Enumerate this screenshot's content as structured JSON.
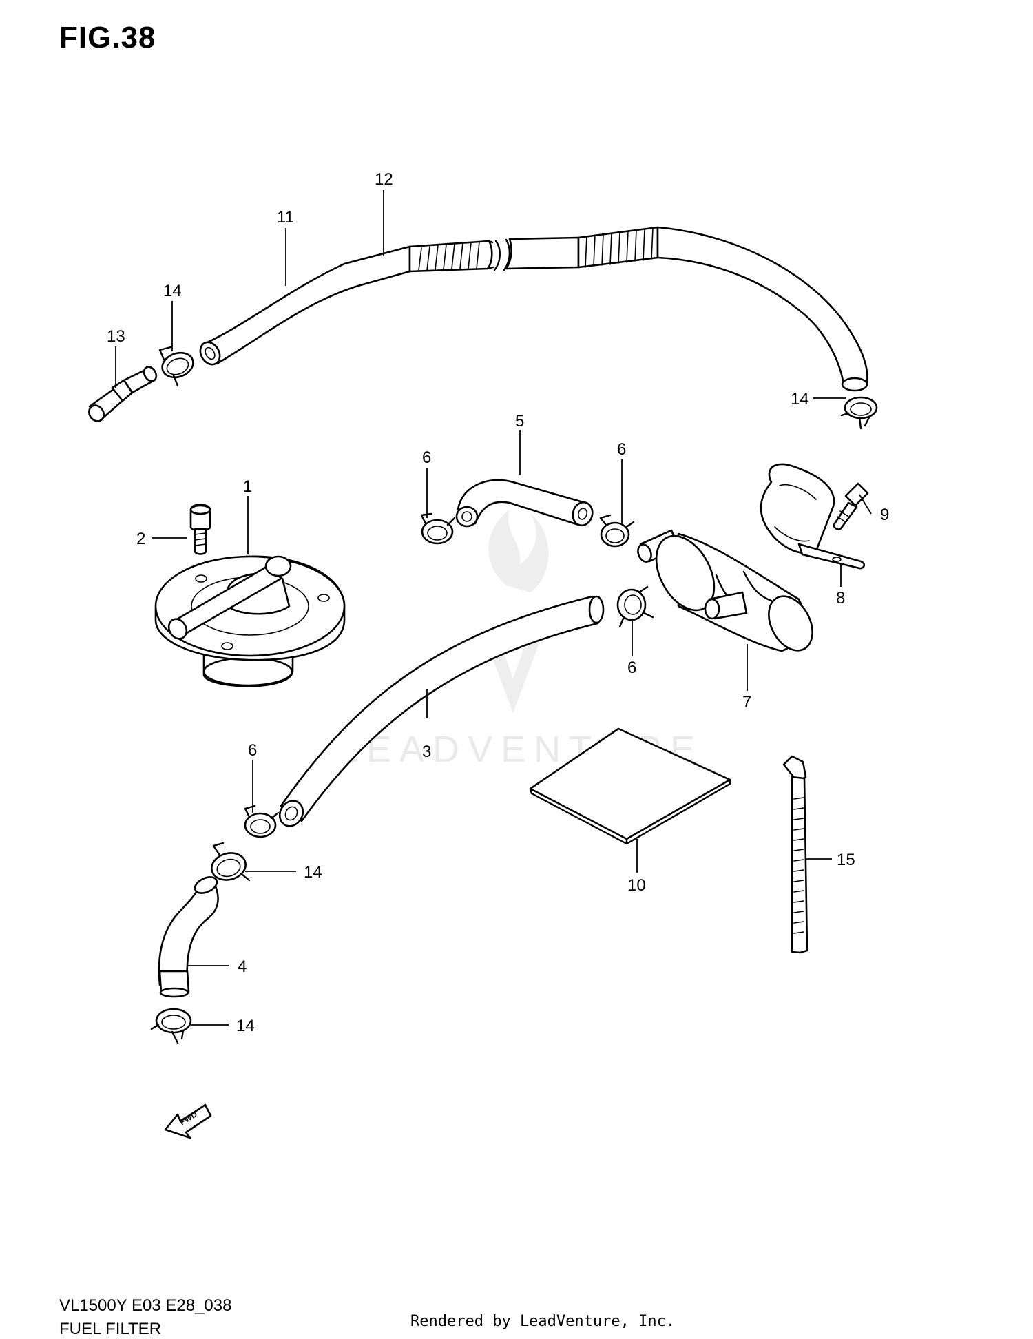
{
  "figure": {
    "title": "FIG.38"
  },
  "callouts": [
    "1",
    "2",
    "3",
    "4",
    "5",
    "6",
    "7",
    "8",
    "9",
    "10",
    "11",
    "12",
    "13",
    "14",
    "15"
  ],
  "fwd_label": "FWD",
  "watermark": "LEADVENTURE",
  "footer": {
    "model_code": "VL1500Y E03 E28_038",
    "section_name": "FUEL FILTER",
    "credit": "Rendered by LeadVenture, Inc."
  }
}
